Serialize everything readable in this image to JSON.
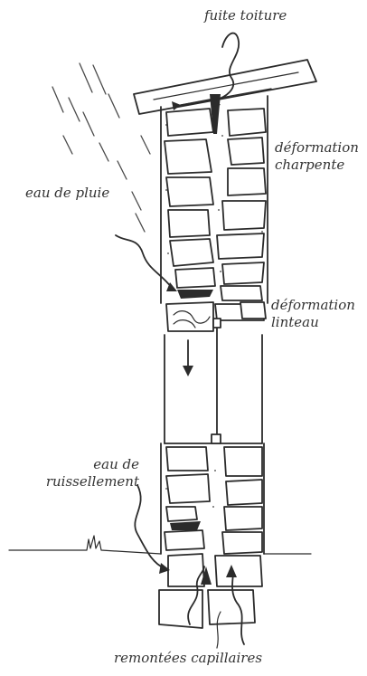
{
  "labels": {
    "roof_leak": "fuite toiture",
    "frame_deformation_1": "déformation",
    "frame_deformation_2": "charpente",
    "rain_water": "eau de pluie",
    "lintel_deformation_1": "déformation",
    "lintel_deformation_2": "linteau",
    "runoff_1": "eau de",
    "runoff_2": "ruissellement",
    "capillary_rise": "remontées capillaires"
  }
}
